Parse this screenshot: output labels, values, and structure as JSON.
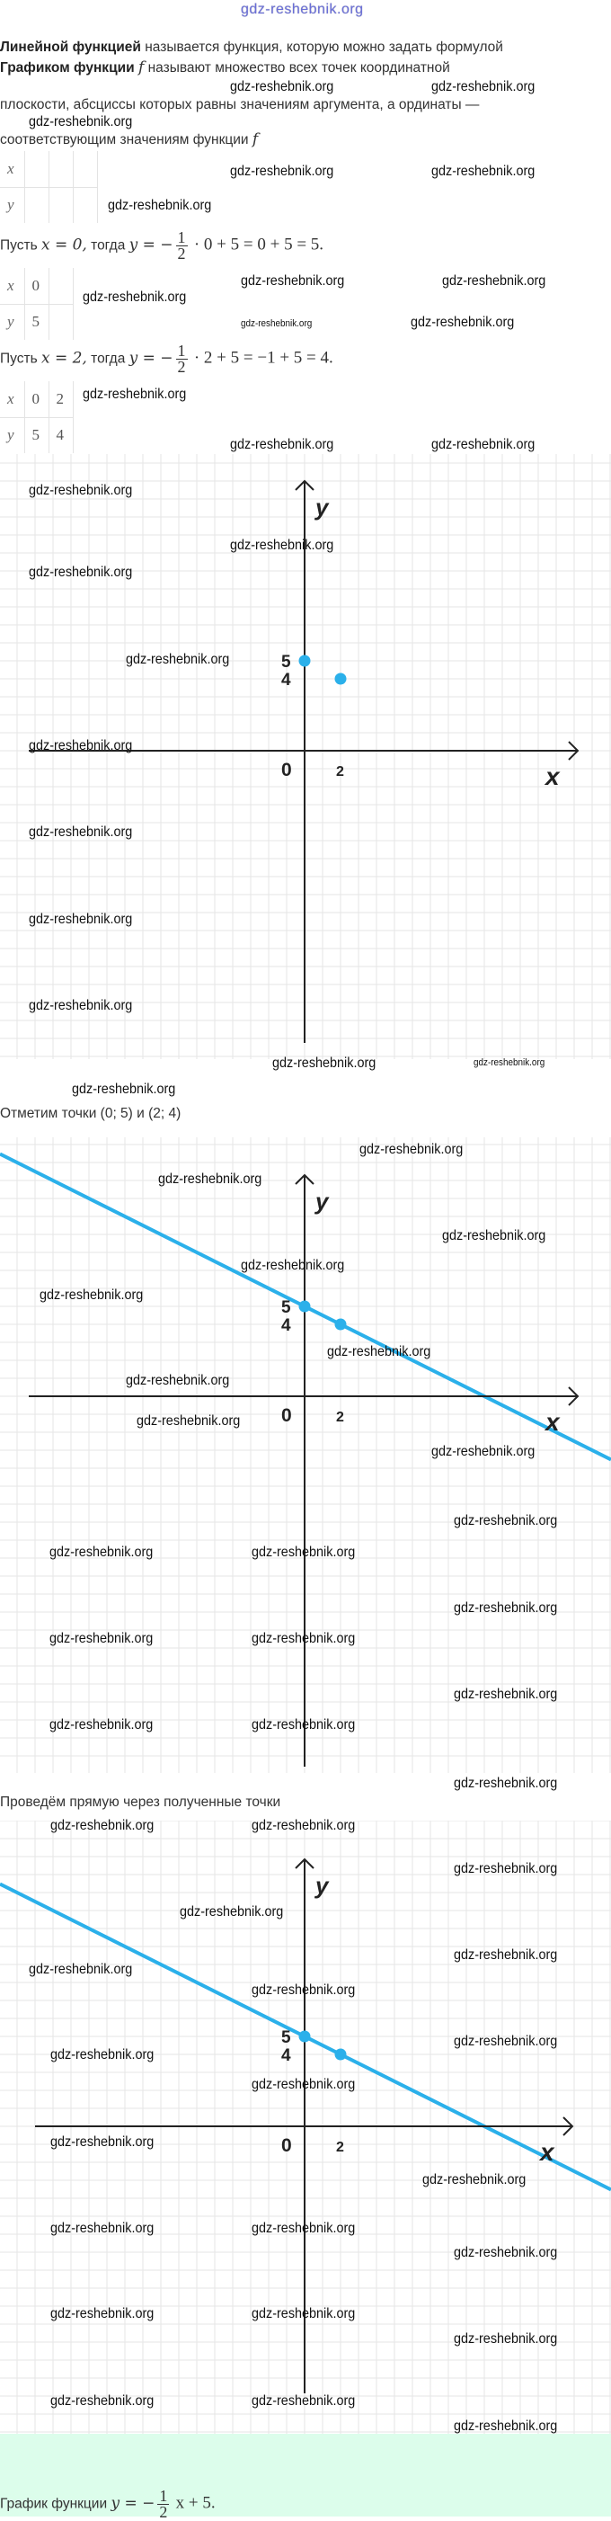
{
  "logo_text": "gdz-reshebnik.org",
  "watermark": "gdz-reshebnik.org",
  "intro": {
    "line1_bold": "Линейной функцией",
    "line1_rest": "называется функция, которую можно задать формулой",
    "line2_bold": "Графиком функции",
    "f": "f",
    "line2_rest": "называют множество всех точек координатной",
    "line3": "плоскости, абсциссы которых равны значениям аргумента, а ординаты —",
    "line4": "соответствующим значениям функции"
  },
  "table_empty": {
    "x_label": "x",
    "y_label": "y"
  },
  "step1": {
    "prefix": "Пусть",
    "x_eq": "x = 0,",
    "then": "тогда",
    "y_eq": "y = −",
    "num": "1",
    "den": "2",
    "rest": "· 0 + 5 = 0 + 5 = 5."
  },
  "table_one": {
    "x_label": "x",
    "y_label": "y",
    "x": [
      "0"
    ],
    "y": [
      "5"
    ]
  },
  "step2": {
    "prefix": "Пусть",
    "x_eq": "x = 2,",
    "then": "тогда",
    "y_eq": "y = −",
    "num": "1",
    "den": "2",
    "rest": "· 2 + 5 = −1 + 5 = 4."
  },
  "table_two": {
    "x_label": "x",
    "y_label": "y",
    "x": [
      "0",
      "2"
    ],
    "y": [
      "5",
      "4"
    ]
  },
  "mark_points_text": "Отметим точки (0; 5) и (2; 4)",
  "draw_line_text": "Проведём прямую через полученные точки",
  "answer": {
    "prefix": "График функции",
    "y_eq": "y = −",
    "num": "1",
    "den": "2",
    "rest": "x + 5."
  },
  "colors": {
    "line": "#2bb0ea",
    "axis": "#222222",
    "grid": "#e6e6e6",
    "answer_bg": "#dcfdeb"
  },
  "chart_data": [
    {
      "type": "scatter",
      "title": "",
      "xlabel": "x",
      "ylabel": "y",
      "origin_label": "0",
      "x_ticks": [
        "2"
      ],
      "y_ticks": [
        "5",
        "4"
      ],
      "grid": true,
      "points": [
        {
          "x": 0,
          "y": 5
        },
        {
          "x": 2,
          "y": 4
        }
      ],
      "line": null
    },
    {
      "type": "line",
      "title": "",
      "xlabel": "x",
      "ylabel": "y",
      "origin_label": "0",
      "x_ticks": [
        "2"
      ],
      "y_ticks": [
        "5",
        "4"
      ],
      "grid": true,
      "points": [
        {
          "x": 0,
          "y": 5
        },
        {
          "x": 2,
          "y": 4
        }
      ],
      "line": {
        "slope": -0.5,
        "intercept": 5
      }
    },
    {
      "type": "line",
      "title": "",
      "xlabel": "x",
      "ylabel": "y",
      "origin_label": "0",
      "x_ticks": [
        "2"
      ],
      "y_ticks": [
        "5",
        "4"
      ],
      "grid": true,
      "points": [
        {
          "x": 0,
          "y": 5
        },
        {
          "x": 2,
          "y": 4
        }
      ],
      "line": {
        "slope": -0.5,
        "intercept": 5
      }
    }
  ]
}
